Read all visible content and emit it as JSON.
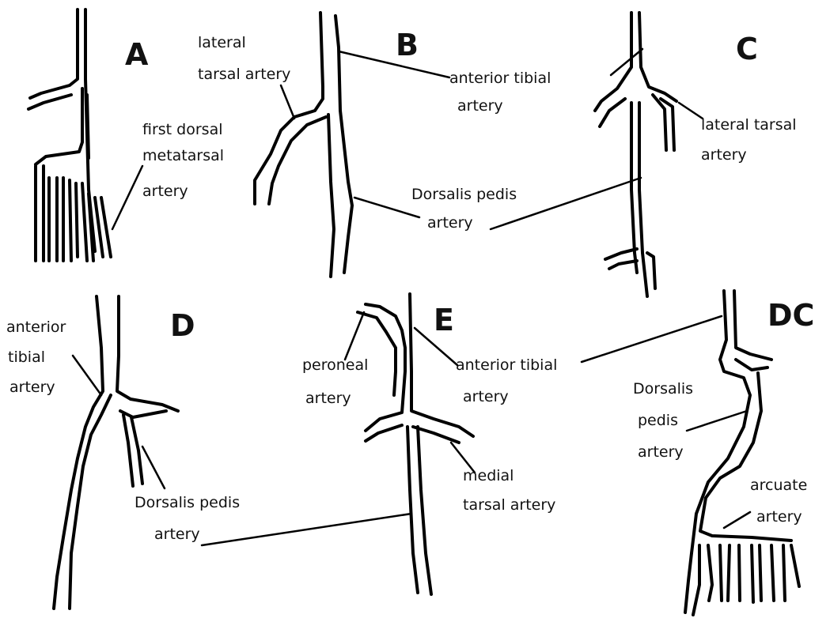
{
  "panels": {
    "A": {
      "letter": "A",
      "label1": {
        "line1": "first dorsal",
        "line2": "metatarsal",
        "line3": "artery"
      }
    },
    "B": {
      "letter": "B",
      "label_lateral": {
        "line1": "lateral",
        "line2": "tarsal artery"
      },
      "label_anterior": {
        "line1": "anterior tibial",
        "line2": "artery"
      },
      "label_dorsalis": {
        "line1": "Dorsalis pedis",
        "line2": "artery"
      }
    },
    "C": {
      "letter": "C",
      "label_lateral": {
        "line1": "lateral tarsal",
        "line2": "artery"
      }
    },
    "D": {
      "letter": "D",
      "label_anterior": {
        "line1": "anterior",
        "line2": "tibial",
        "line3": "artery"
      },
      "label_dorsalis": {
        "line1": "Dorsalis pedis",
        "line2": "artery"
      }
    },
    "E": {
      "letter": "E",
      "label_peroneal": {
        "line1": "peroneal",
        "line2": "artery"
      },
      "label_anterior": {
        "line1": "anterior tibial",
        "line2": "artery"
      },
      "label_medial": {
        "line1": "medial",
        "line2": "tarsal artery"
      }
    },
    "DC": {
      "letter": "DC",
      "label_dorsalis": {
        "line1": "Dorsalis",
        "line2": "pedis",
        "line3": "artery"
      },
      "label_arcuate": {
        "line1": "arcuate",
        "line2": "artery"
      }
    }
  }
}
